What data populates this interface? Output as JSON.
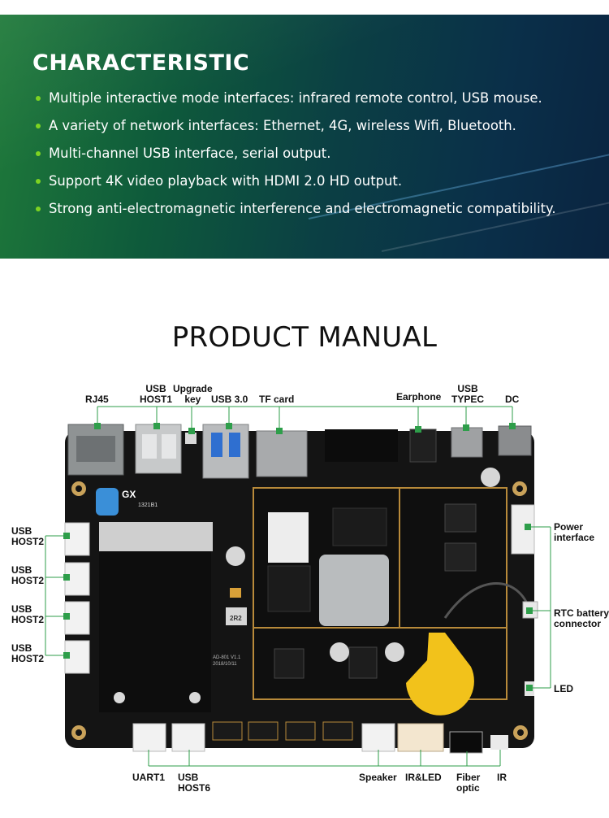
{
  "characteristic": {
    "title": "CHARACTERISTIC",
    "items": [
      "Multiple interactive mode interfaces: infrared remote control, USB mouse.",
      "A variety of network interfaces: Ethernet, 4G, wireless Wifi, Bluetooth.",
      "Multi-channel USB interface, serial output.",
      "Support 4K video playback with HDMI 2.0 HD output.",
      "Strong anti-electromagnetic interference and electromagnetic compatibility."
    ]
  },
  "product_manual": {
    "title": "PRODUCT MANUAL",
    "labels": {
      "rj45": "RJ45",
      "usb_host1": [
        "USB",
        "HOST1"
      ],
      "upgrade_key": [
        "Upgrade",
        "key"
      ],
      "usb30": "USB 3.0",
      "tf_card": "TF card",
      "earphone": "Earphone",
      "usb_typec": [
        "USB",
        "TYPEC"
      ],
      "dc": "DC",
      "usb_host2_a": [
        "USB",
        "HOST2"
      ],
      "usb_host2_b": [
        "USB",
        "HOST2"
      ],
      "usb_host2_c": [
        "USB",
        "HOST2"
      ],
      "usb_host2_d": [
        "USB",
        "HOST2"
      ],
      "power_interface": [
        "Power",
        "interface"
      ],
      "rtc_battery": [
        "RTC battery",
        "connector"
      ],
      "led": "LED",
      "uart1": "UART1",
      "usb_host6": [
        "USB",
        "HOST6"
      ],
      "speaker": "Speaker",
      "ir_led": "IR&LED",
      "fiber_optic": [
        "Fiber",
        "optic"
      ],
      "ir": "IR"
    },
    "board_markings": {
      "chip_gx": "GX",
      "chip_code": "1321B1",
      "board_model": "AD-801 V1.1",
      "board_date": "2018/10/11",
      "inductor": "2R2"
    },
    "colors": {
      "leader_line": "#2e9e4a",
      "board": "#141414",
      "pcb_gold": "#b88a3a",
      "battery": "#f2c21b"
    }
  }
}
